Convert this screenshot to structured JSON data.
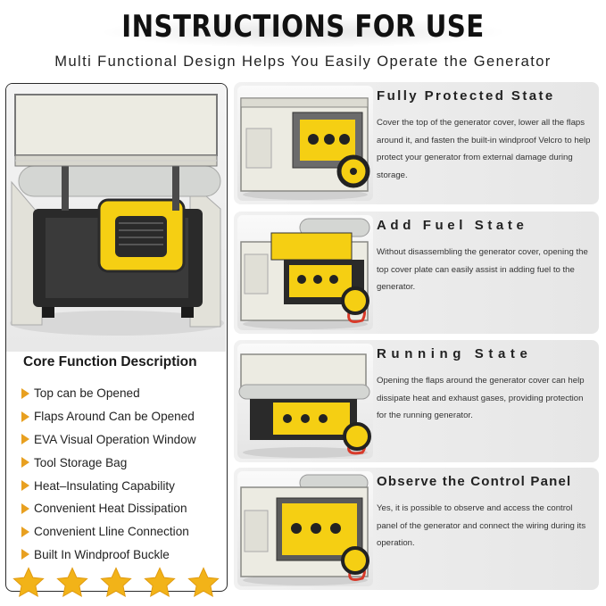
{
  "header": {
    "title": "INSTRUCTIONS FOR USE",
    "subtitle": "Multi Functional Design Helps You Easily Operate the Generator"
  },
  "core": {
    "title": "Core Function Description",
    "items": [
      "Top can be Opened",
      "Flaps Around Can be Opened",
      "EVA Visual Operation Window",
      "Tool Storage Bag",
      "Heat–Insulating Capability",
      "Convenient Heat Dissipation",
      "Convenient Lline Connection",
      "Built In Windproof Buckle"
    ],
    "bullet_color": "#e8a020"
  },
  "rating": {
    "stars": 5,
    "star_color": "#f2b318"
  },
  "states": [
    {
      "title": "Fully Protected State",
      "letter_spacing": "2.4px",
      "description": "Cover the top of the generator cover, lower all the flaps around it, and fasten the built-in windproof Velcro to help protect your generator from external damage during storage.",
      "image_icon": "generator-covered-icon"
    },
    {
      "title": "Add Fuel State",
      "letter_spacing": "4.6px",
      "description": "Without disassembling the generator cover, opening the top cover plate can easily assist in adding fuel to the generator.",
      "image_icon": "generator-top-open-icon"
    },
    {
      "title": "Running State",
      "letter_spacing": "5.6px",
      "description": "Opening the flaps around the generator cover can help dissipate heat and exhaust gases, providing protection for the running generator.",
      "image_icon": "generator-flaps-open-icon"
    },
    {
      "title": "Observe the Control Panel",
      "letter_spacing": "1.2px",
      "description": "Yes, it is possible to observe and access the control panel of the generator and connect the wiring during its operation.",
      "image_icon": "generator-window-icon"
    }
  ],
  "colors": {
    "cover": "#ecebe2",
    "frame": "#222222",
    "accent_yellow": "#f5cf13",
    "cable_red": "#d83a2a"
  }
}
